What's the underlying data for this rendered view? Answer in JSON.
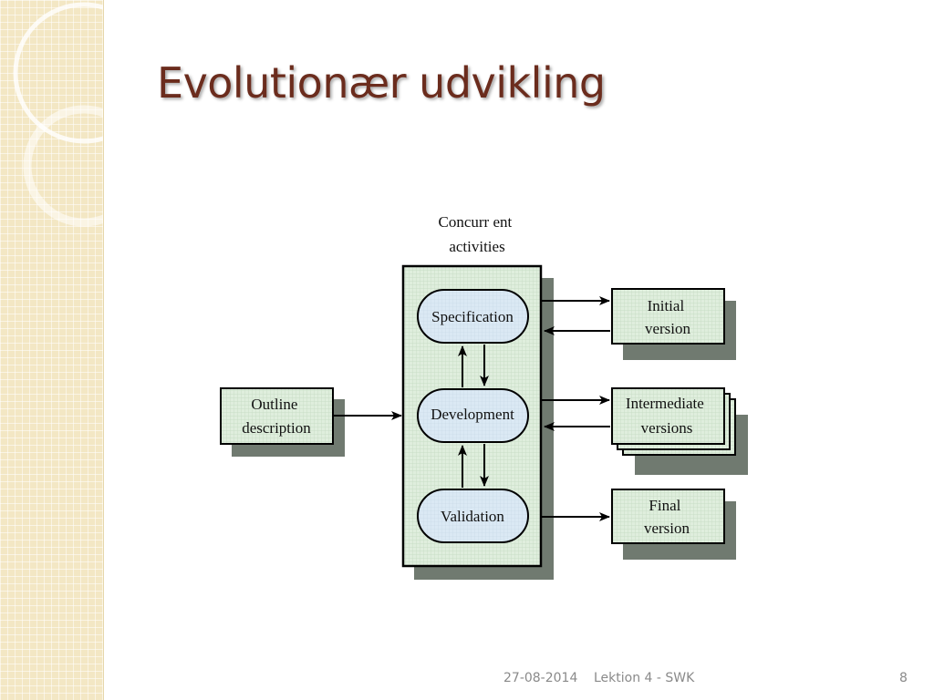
{
  "slide": {
    "title": "Evolutionær udvikling"
  },
  "diagram": {
    "concurrent_label": [
      "Concurr ent",
      "activities"
    ],
    "input": [
      "Outline",
      "description"
    ],
    "activities": {
      "specification": "Specification",
      "development": "Development",
      "validation": "Validation"
    },
    "outputs": {
      "initial": [
        "Initial",
        "version"
      ],
      "intermediate": [
        "Intermediate",
        "versions"
      ],
      "final": [
        "Final",
        "version"
      ]
    }
  },
  "footer": {
    "date": "27-08-2014",
    "lecture": "Lektion 4 - SWK",
    "page": "8"
  }
}
